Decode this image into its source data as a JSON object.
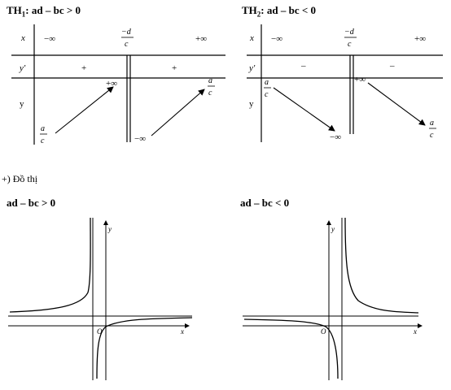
{
  "case1": {
    "title_prefix": "TH",
    "title_sub": "1",
    "title_suffix": ":  ad – bc > 0",
    "row_x": "x",
    "row_y_prime": "y'",
    "row_y": "y",
    "x_left": "−∞",
    "x_mid_num": "−d",
    "x_mid_den": "c",
    "x_right": "+∞",
    "sign_left": "+",
    "sign_right": "+",
    "start_num": "a",
    "start_den": "c",
    "top_left_value": "+∞",
    "bottom_right_value": "−∞",
    "end_num": "a",
    "end_den": "c"
  },
  "case2": {
    "title_prefix": "TH",
    "title_sub": "2",
    "title_suffix": ":  ad – bc < 0",
    "row_x": "x",
    "row_y_prime": "y'",
    "row_y": "y",
    "x_left": "−∞",
    "x_mid_num": "−d",
    "x_mid_den": "c",
    "x_right": "+∞",
    "sign_left": "–",
    "sign_right": "–",
    "start_num": "a",
    "start_den": "c",
    "bottom_left_value": "−∞",
    "top_right_value": "+∞",
    "end_num": "a",
    "end_den": "c"
  },
  "graph_section": {
    "label": "+) Đồ thị"
  },
  "graph1": {
    "title": "ad – bc > 0",
    "y_axis": "y",
    "x_axis": "x",
    "origin": "O"
  },
  "graph2": {
    "title": "ad – bc < 0",
    "y_axis": "y",
    "x_axis": "x",
    "origin": "O"
  }
}
